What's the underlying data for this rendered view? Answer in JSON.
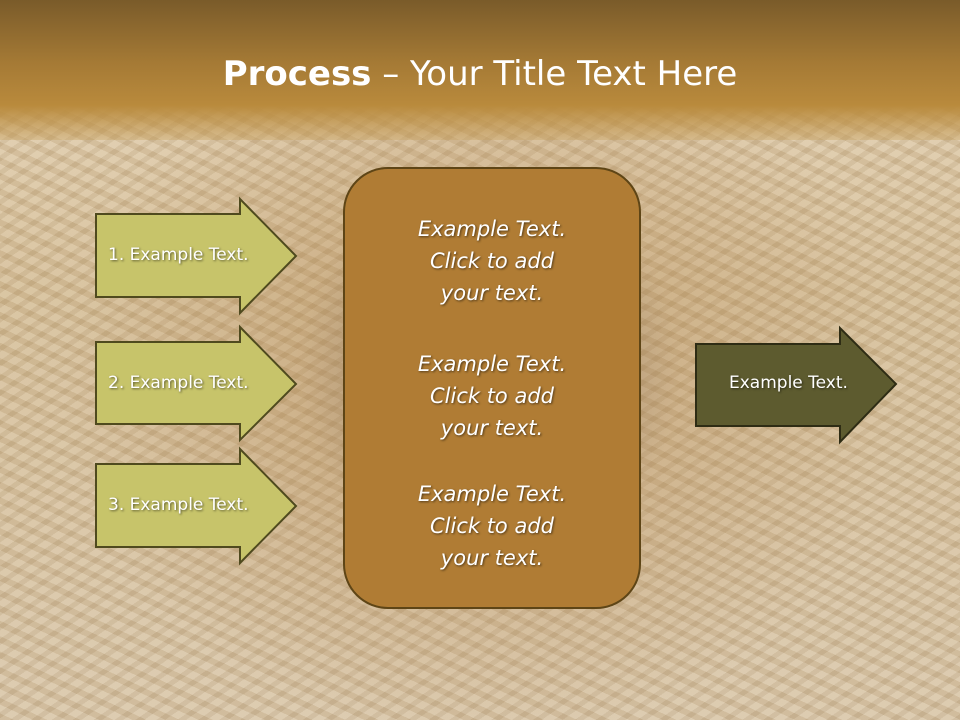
{
  "title": {
    "bold": "Process",
    "rest": " – Your Title Text Here"
  },
  "inputs": [
    {
      "label": "1. Example Text."
    },
    {
      "label": "2. Example Text."
    },
    {
      "label": "3. Example Text."
    }
  ],
  "center_box": {
    "paragraphs": [
      [
        "Example Text.",
        "Click  to add",
        "your text."
      ],
      [
        "Example Text.",
        "Click  to add",
        "your text."
      ],
      [
        "Example Text.",
        "Click  to add",
        "your text."
      ]
    ]
  },
  "output": {
    "label": "Example Text."
  },
  "colors": {
    "input_arrow_fill": "#c7c46a",
    "input_arrow_stroke": "#4f4a1e",
    "center_box_fill": "#b07c34",
    "center_box_stroke": "#5e4516",
    "output_arrow_fill": "#5d5b2f",
    "output_arrow_stroke": "#2e2c14"
  }
}
